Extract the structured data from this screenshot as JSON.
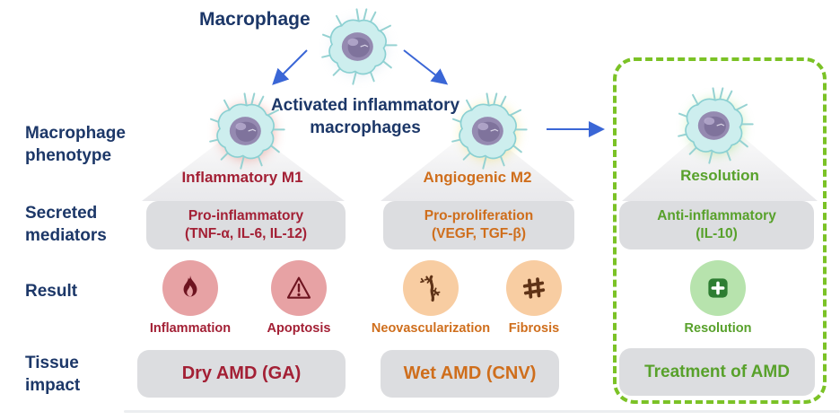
{
  "colors": {
    "navy": "#1c3768",
    "red": "#a32035",
    "red-dark": "#6e1420",
    "pink": "#e7a2a4",
    "orange": "#cf6e1c",
    "peach": "#f8cda2",
    "brown": "#5f3317",
    "green": "#58a12b",
    "green-dark": "#2e7d32",
    "green-light": "#b7e3ad",
    "lime": "#7bc226",
    "blue": "#3a66d6",
    "box-gray": "#dcdde0"
  },
  "header": {
    "root_label": "Macrophage",
    "activated_label": "Activated inflammatory\nmacrophages"
  },
  "row_labels": {
    "phenotype": "Macrophage\nphenotype",
    "mediators": "Secreted\nmediators",
    "result": "Result",
    "tissue": "Tissue\nimpact"
  },
  "columns": [
    {
      "phenotype": "Inflammatory M1",
      "mediators": "Pro-inflammatory\n(TNF-α, IL-6, IL-12)",
      "results": [
        {
          "icon": "flame-icon",
          "label": "Inflammation"
        },
        {
          "icon": "warning-icon",
          "label": "Apoptosis"
        }
      ],
      "tissue_impact": "Dry AMD (GA)"
    },
    {
      "phenotype": "Angiogenic M2",
      "mediators": "Pro-proliferation\n(VEGF, TGF-β)",
      "results": [
        {
          "icon": "vessel-icon",
          "label": "Neovascularization"
        },
        {
          "icon": "hash-icon",
          "label": "Fibrosis"
        }
      ],
      "tissue_impact": "Wet AMD (CNV)"
    },
    {
      "phenotype": "Resolution",
      "mediators": "Anti-inflammatory\n(IL-10)",
      "results": [
        {
          "icon": "plus-icon",
          "label": "Resolution"
        }
      ],
      "tissue_impact": "Treatment of AMD"
    }
  ]
}
